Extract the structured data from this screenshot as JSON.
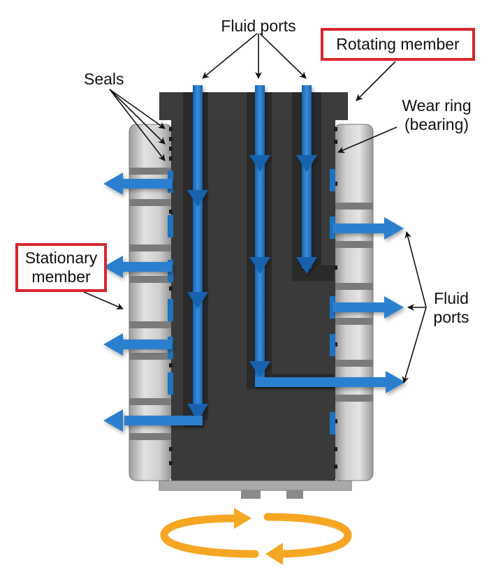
{
  "labels": {
    "fluid_ports_top": "Fluid ports",
    "rotating_member": "Rotating member",
    "seals": "Seals",
    "wear_ring_line1": "Wear ring",
    "wear_ring_line2": "(bearing)",
    "stationary_line1": "Stationary",
    "stationary_line2": "member",
    "fluid_ports_right_line1": "Fluid",
    "fluid_ports_right_line2": "ports"
  },
  "colors": {
    "flow": "#1e73be",
    "rotation_arrow": "#f5a623",
    "callout_border": "#d7262e",
    "rotor": "#3a3a3a",
    "stator": "#c9c9c9"
  }
}
